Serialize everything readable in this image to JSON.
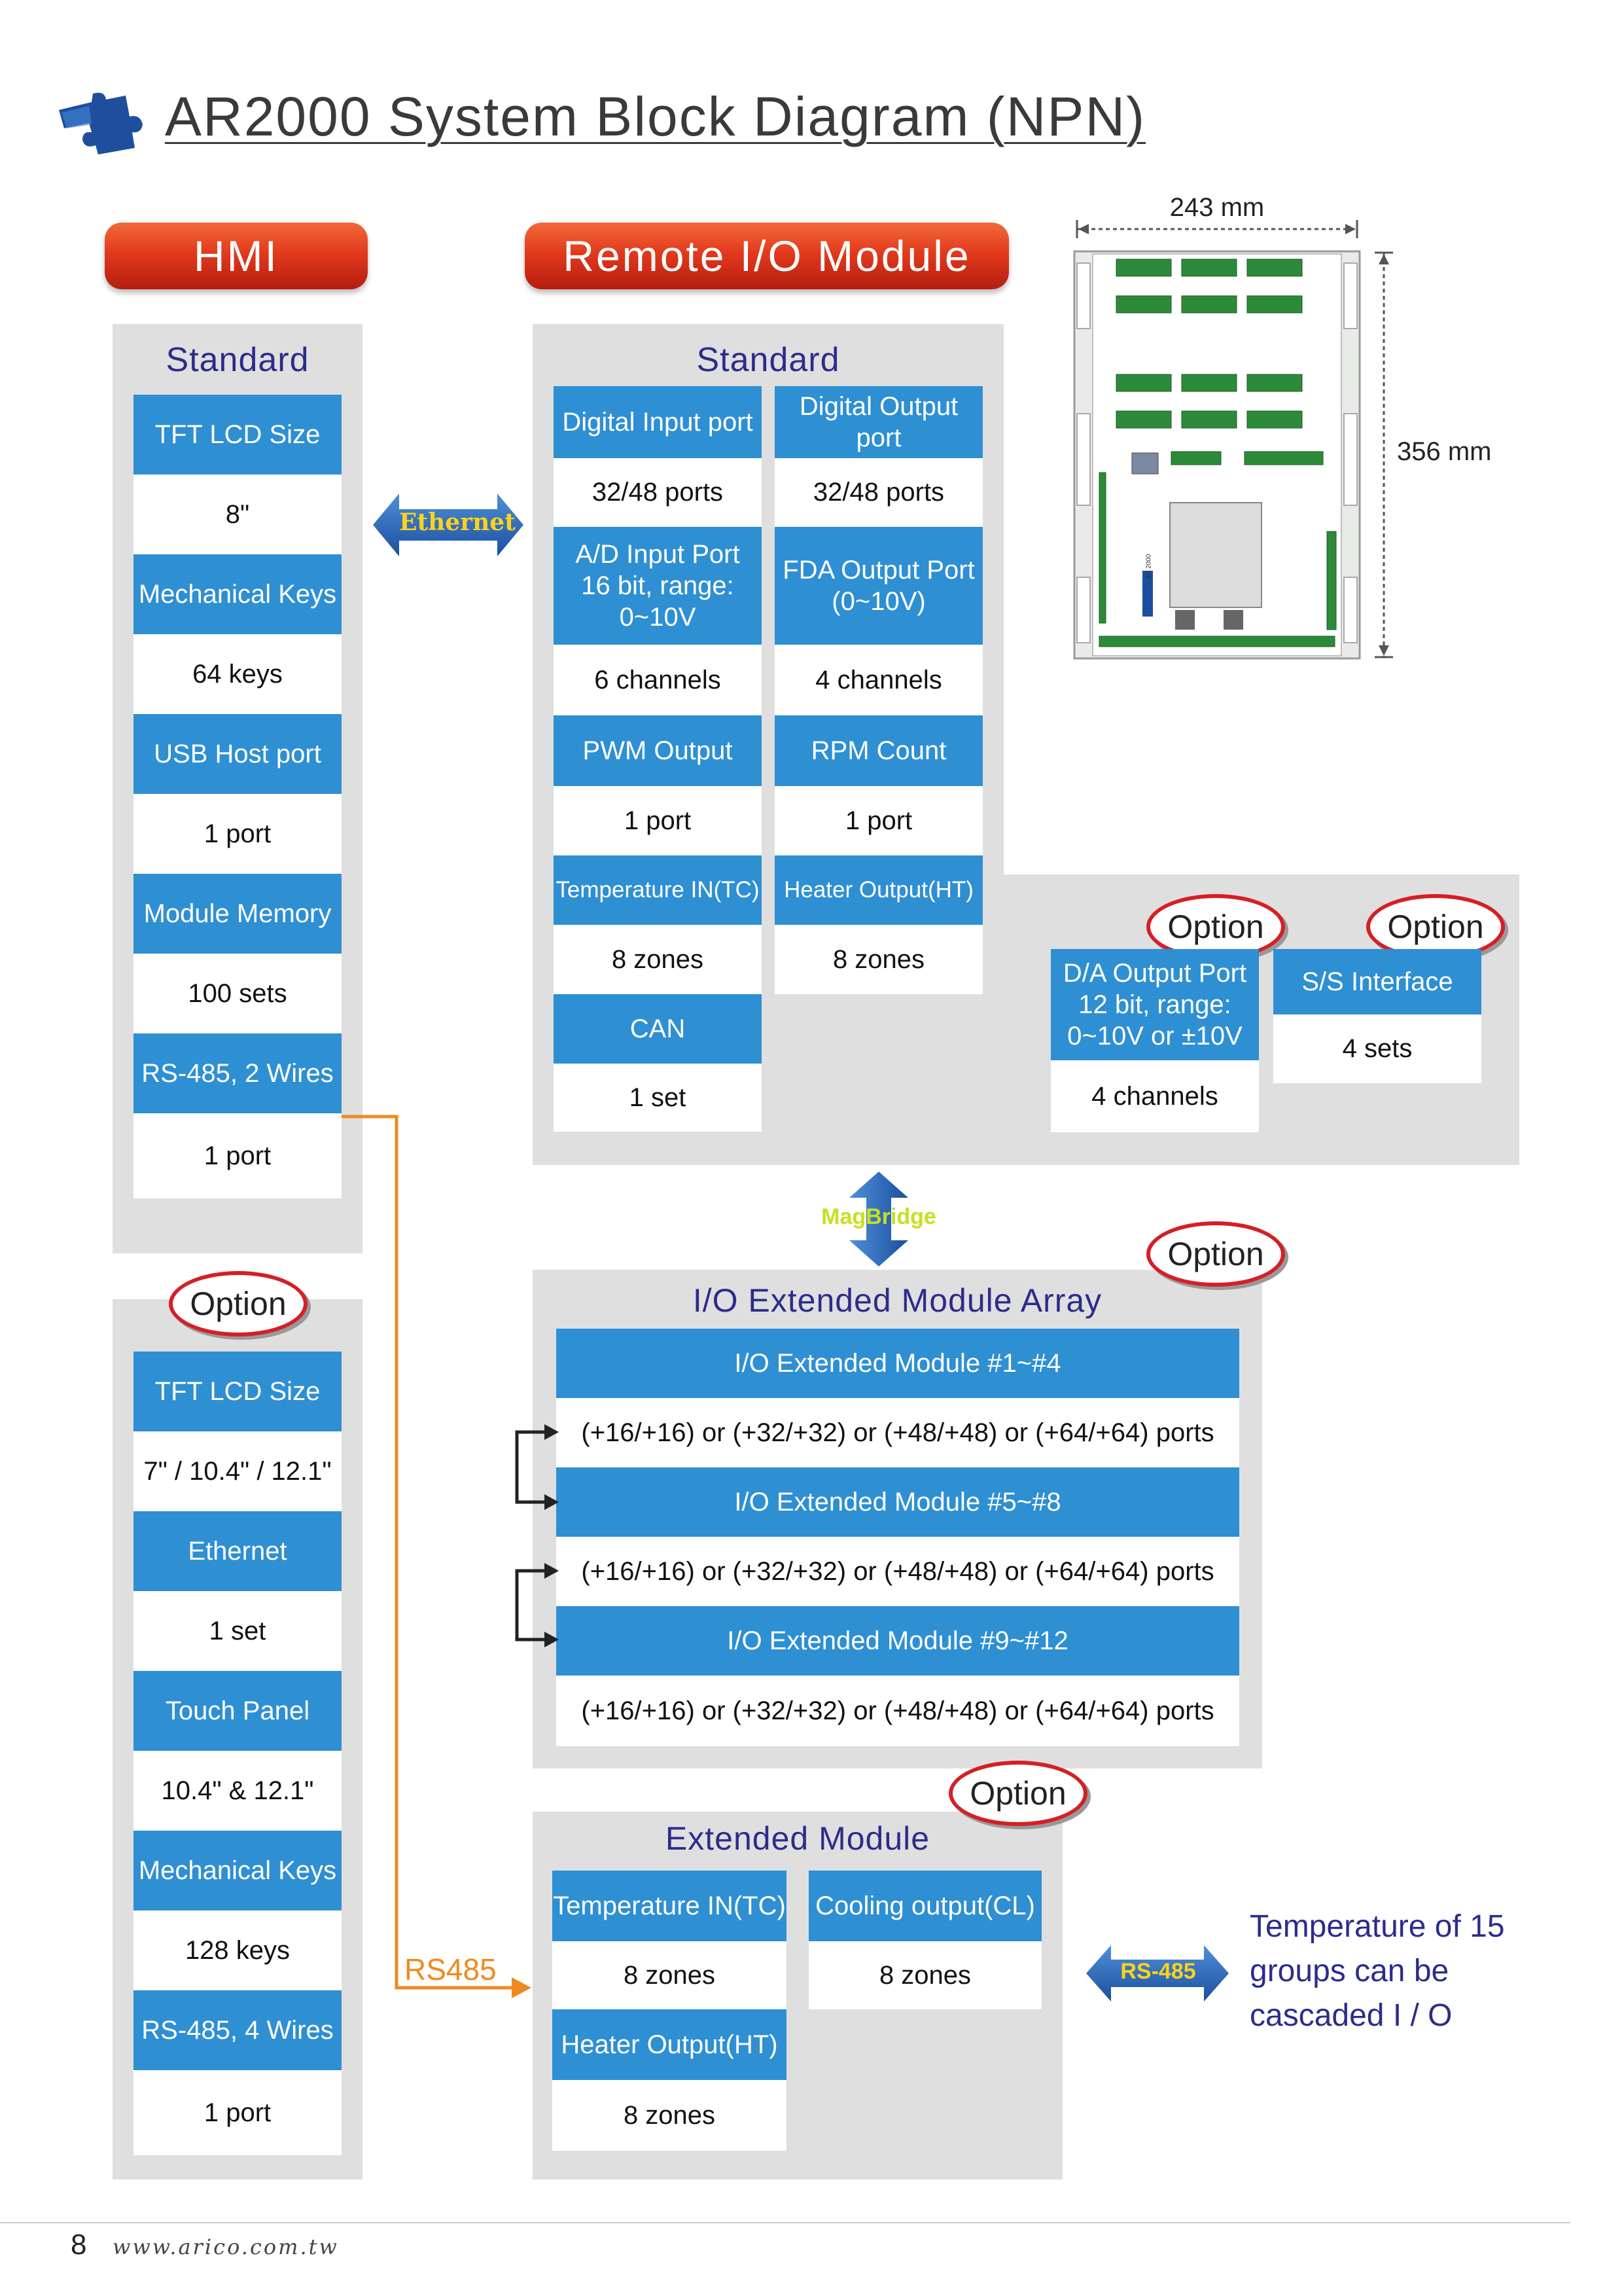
{
  "title": "AR2000 System Block Diagram (NPN)",
  "hmi": {
    "header": "HMI",
    "standard_title": "Standard",
    "standard_items": [
      {
        "label": "TFT LCD Size",
        "value": "8\""
      },
      {
        "label": "Mechanical Keys",
        "value": "64 keys"
      },
      {
        "label": "USB Host port",
        "value": "1 port"
      },
      {
        "label": "Module Memory",
        "value": "100 sets"
      },
      {
        "label": "RS-485, 2 Wires",
        "value": "1 port"
      }
    ],
    "option_badge": "Option",
    "option_items": [
      {
        "label": "TFT LCD Size",
        "value": "7\" / 10.4\" / 12.1\""
      },
      {
        "label": "Ethernet",
        "value": "1 set"
      },
      {
        "label": "Touch Panel",
        "value": "10.4\" & 12.1\""
      },
      {
        "label": "Mechanical Keys",
        "value": "128 keys"
      },
      {
        "label": "RS-485, 4 Wires",
        "value": "1 port"
      }
    ]
  },
  "ethernet_label": "Ethernet",
  "rs485_label": "RS485",
  "rs485_arrow_label": "RS-485",
  "magbridge_label": "MagBridge",
  "remote_io": {
    "header": "Remote I/O Module",
    "standard_title": "Standard",
    "left_col": [
      {
        "label": "Digital Input port",
        "value": "32/48 ports"
      },
      {
        "label": "A/D Input Port\n16 bit, range:\n0~10V",
        "value": "6 channels"
      },
      {
        "label": "PWM Output",
        "value": "1 port"
      },
      {
        "label": "Temperature IN(TC)",
        "value": "8 zones"
      },
      {
        "label": "CAN",
        "value": "1 set"
      }
    ],
    "right_col": [
      {
        "label": "Digital Output port",
        "value": "32/48 ports"
      },
      {
        "label": "FDA Output Port\n(0~10V)",
        "value": "4 channels"
      },
      {
        "label": "RPM Count",
        "value": "1 port"
      },
      {
        "label": "Heater Output(HT)",
        "value": "8 zones"
      }
    ],
    "options": [
      {
        "badge": "Option",
        "label": "D/A Output Port\n12 bit, range:\n0~10V or ±10V",
        "value": "4 channels"
      },
      {
        "badge": "Option",
        "label": "S/S Interface",
        "value": "4 sets"
      }
    ]
  },
  "device": {
    "width_label": "243 mm",
    "height_label": "356 mm",
    "model": "AR 2000"
  },
  "io_array": {
    "badge": "Option",
    "title": "I/O Extended Module Array",
    "modules": [
      {
        "label": "I/O Extended Module  #1~#4",
        "value": "(+16/+16) or (+32/+32) or (+48/+48) or (+64/+64) ports"
      },
      {
        "label": "I/O Extended Module  #5~#8",
        "value": "(+16/+16) or (+32/+32) or (+48/+48) or (+64/+64) ports"
      },
      {
        "label": "I/O Extended Module  #9~#12",
        "value": "(+16/+16) or (+32/+32) or (+48/+48) or (+64/+64) ports"
      }
    ]
  },
  "ext_module": {
    "badge": "Option",
    "title": "Extended Module",
    "left_col": [
      {
        "label": "Temperature IN(TC)",
        "value": "8 zones"
      },
      {
        "label": "Heater Output(HT)",
        "value": "8 zones"
      }
    ],
    "right_col": [
      {
        "label": "Cooling output(CL)",
        "value": "8 zones"
      }
    ]
  },
  "note": "Temperature of 15\ngroups can be\ncascaded I / O",
  "footer": {
    "page": "8",
    "url": "www.arico.com.tw"
  }
}
